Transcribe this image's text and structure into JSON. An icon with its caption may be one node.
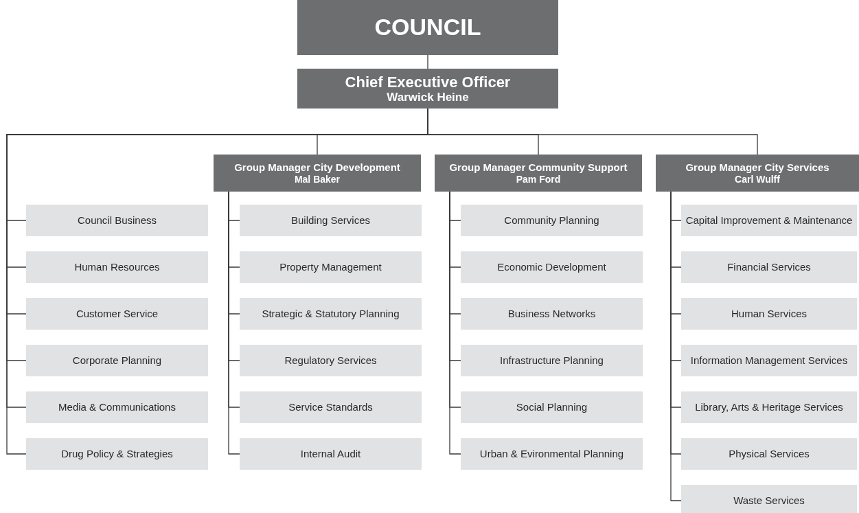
{
  "diagram": {
    "nodes": [
      {
        "text": [
          "COUNCIL"
        ]
      },
      {
        "text": [
          "Chief Executive Officer",
          "Warwick Heine"
        ]
      },
      {
        "text": [
          "Council Business"
        ]
      },
      {
        "text": [
          "Human Resources"
        ]
      },
      {
        "text": [
          "Customer Service"
        ]
      },
      {
        "text": [
          "Corporate Planning"
        ]
      },
      {
        "text": [
          "Media & Communications"
        ]
      },
      {
        "text": [
          "Drug Policy & Strategies"
        ]
      },
      {
        "text": [
          "Group Manager City Development",
          "Mal Baker"
        ]
      },
      {
        "text": [
          "Building Services"
        ]
      },
      {
        "text": [
          "Property Management"
        ]
      },
      {
        "text": [
          "Strategic & Statutory Planning"
        ]
      },
      {
        "text": [
          "Regulatory Services"
        ]
      },
      {
        "text": [
          "Service Standards"
        ]
      },
      {
        "text": [
          "Internal Audit"
        ]
      },
      {
        "text": [
          "Group Manager Community Support",
          "Pam Ford"
        ]
      },
      {
        "text": [
          "Community Planning"
        ]
      },
      {
        "text": [
          "Economic Development"
        ]
      },
      {
        "text": [
          "Business Networks"
        ]
      },
      {
        "text": [
          "Infrastructure Planning"
        ]
      },
      {
        "text": [
          "Social Planning"
        ]
      },
      {
        "text": [
          "Urban & Evironmental Planning"
        ]
      },
      {
        "text": [
          "Group Manager City Services",
          "Carl Wulff"
        ]
      },
      {
        "text": [
          "Capital Improvement & Maintenance"
        ]
      },
      {
        "text": [
          "Financial Services"
        ]
      },
      {
        "text": [
          "Human Services"
        ]
      },
      {
        "text": [
          "Information Management Services"
        ]
      },
      {
        "text": [
          "Library, Arts & Heritage Services"
        ]
      },
      {
        "text": [
          "Physical Services"
        ]
      },
      {
        "text": [
          "Waste Services"
        ]
      }
    ],
    "edges": [
      {
        "from": 0,
        "to": 1,
        "arrow": "none"
      },
      {
        "from": 1,
        "to": 2,
        "arrow": "none"
      },
      {
        "from": 1,
        "to": 3,
        "arrow": "none"
      },
      {
        "from": 1,
        "to": 4,
        "arrow": "none"
      },
      {
        "from": 1,
        "to": 5,
        "arrow": "none"
      },
      {
        "from": 1,
        "to": 6,
        "arrow": "none"
      },
      {
        "from": 1,
        "to": 7,
        "arrow": "none"
      },
      {
        "from": 1,
        "to": 8,
        "arrow": "none"
      },
      {
        "from": 1,
        "to": 15,
        "arrow": "none"
      },
      {
        "from": 1,
        "to": 22,
        "arrow": "none"
      },
      {
        "from": 8,
        "to": 9,
        "arrow": "none"
      },
      {
        "from": 8,
        "to": 10,
        "arrow": "none"
      },
      {
        "from": 8,
        "to": 11,
        "arrow": "none"
      },
      {
        "from": 8,
        "to": 12,
        "arrow": "none"
      },
      {
        "from": 8,
        "to": 13,
        "arrow": "none"
      },
      {
        "from": 8,
        "to": 14,
        "arrow": "none"
      },
      {
        "from": 15,
        "to": 16,
        "arrow": "none"
      },
      {
        "from": 15,
        "to": 17,
        "arrow": "none"
      },
      {
        "from": 15,
        "to": 18,
        "arrow": "none"
      },
      {
        "from": 15,
        "to": 19,
        "arrow": "none"
      },
      {
        "from": 15,
        "to": 20,
        "arrow": "none"
      },
      {
        "from": 15,
        "to": 21,
        "arrow": "none"
      },
      {
        "from": 22,
        "to": 23,
        "arrow": "none"
      },
      {
        "from": 22,
        "to": 24,
        "arrow": "none"
      },
      {
        "from": 22,
        "to": 25,
        "arrow": "none"
      },
      {
        "from": 22,
        "to": 26,
        "arrow": "none"
      },
      {
        "from": 22,
        "to": 27,
        "arrow": "none"
      },
      {
        "from": 22,
        "to": 28,
        "arrow": "none"
      },
      {
        "from": 22,
        "to": 29,
        "arrow": "none"
      }
    ]
  }
}
